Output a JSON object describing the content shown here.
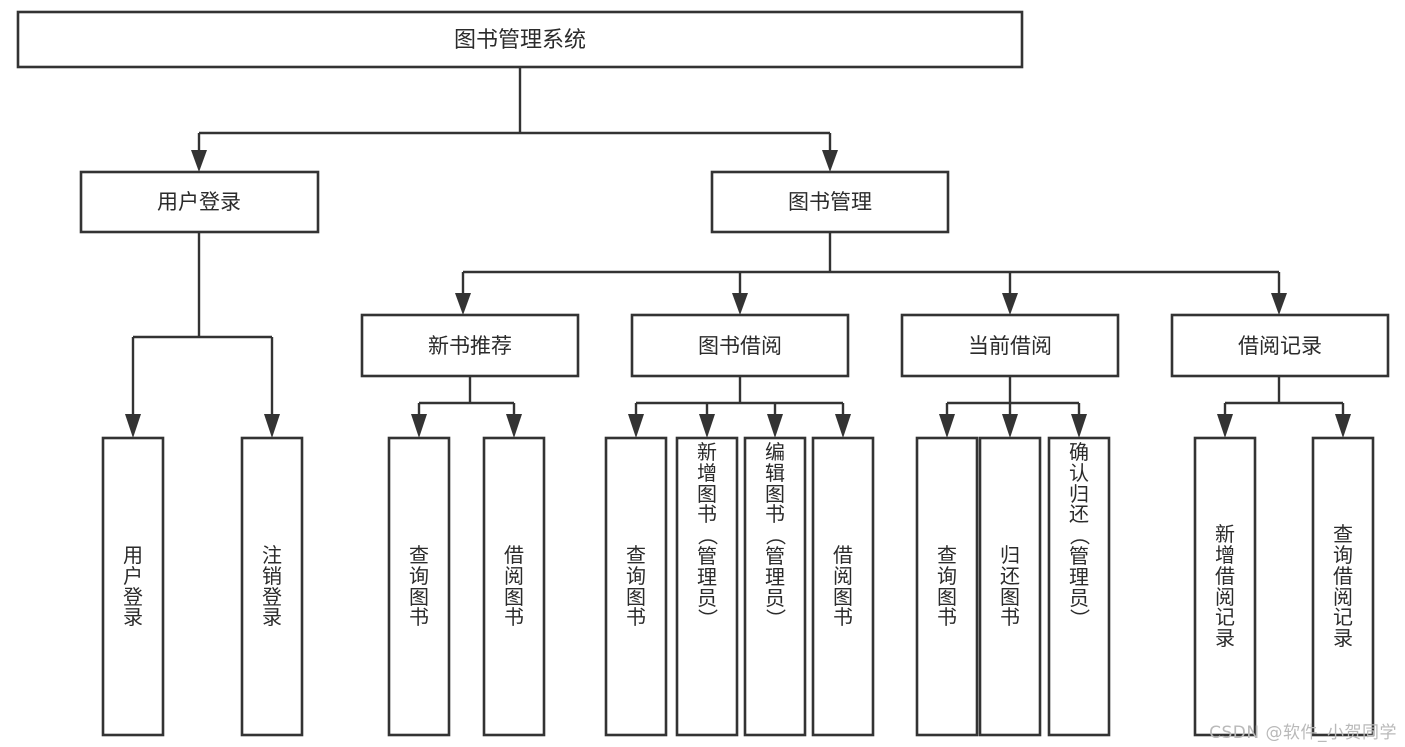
{
  "diagram": {
    "title": "图书管理系统",
    "watermark": "CSDN @软件_小贺同学",
    "levels": {
      "root": {
        "label": "图书管理系统"
      },
      "level2": [
        {
          "label": "用户登录"
        },
        {
          "label": "图书管理"
        }
      ],
      "level3": [
        {
          "label": "新书推荐"
        },
        {
          "label": "图书借阅"
        },
        {
          "label": "当前借阅"
        },
        {
          "label": "借阅记录"
        }
      ],
      "leaves": [
        {
          "label": "用户登录",
          "parent": "用户登录"
        },
        {
          "label": "注销登录",
          "parent": "用户登录"
        },
        {
          "label": "查询图书",
          "parent": "新书推荐"
        },
        {
          "label": "借阅图书",
          "parent": "新书推荐"
        },
        {
          "label": "查询图书",
          "parent": "图书借阅"
        },
        {
          "label": "新增图书（管理员）",
          "parent": "图书借阅"
        },
        {
          "label": "编辑图书（管理员）",
          "parent": "图书借阅"
        },
        {
          "label": "借阅图书",
          "parent": "图书借阅"
        },
        {
          "label": "查询图书",
          "parent": "当前借阅"
        },
        {
          "label": "归还图书",
          "parent": "当前借阅"
        },
        {
          "label": "确认归还（管理员）",
          "parent": "当前借阅"
        },
        {
          "label": "新增借阅记录",
          "parent": "借阅记录"
        },
        {
          "label": "查询借阅记录",
          "parent": "借阅记录"
        }
      ]
    },
    "colors": {
      "box_stroke": "#333333",
      "box_fill": "#ffffff",
      "text": "#2b2b2b",
      "background": "#ffffff",
      "watermark": "#b9b9b9"
    }
  }
}
